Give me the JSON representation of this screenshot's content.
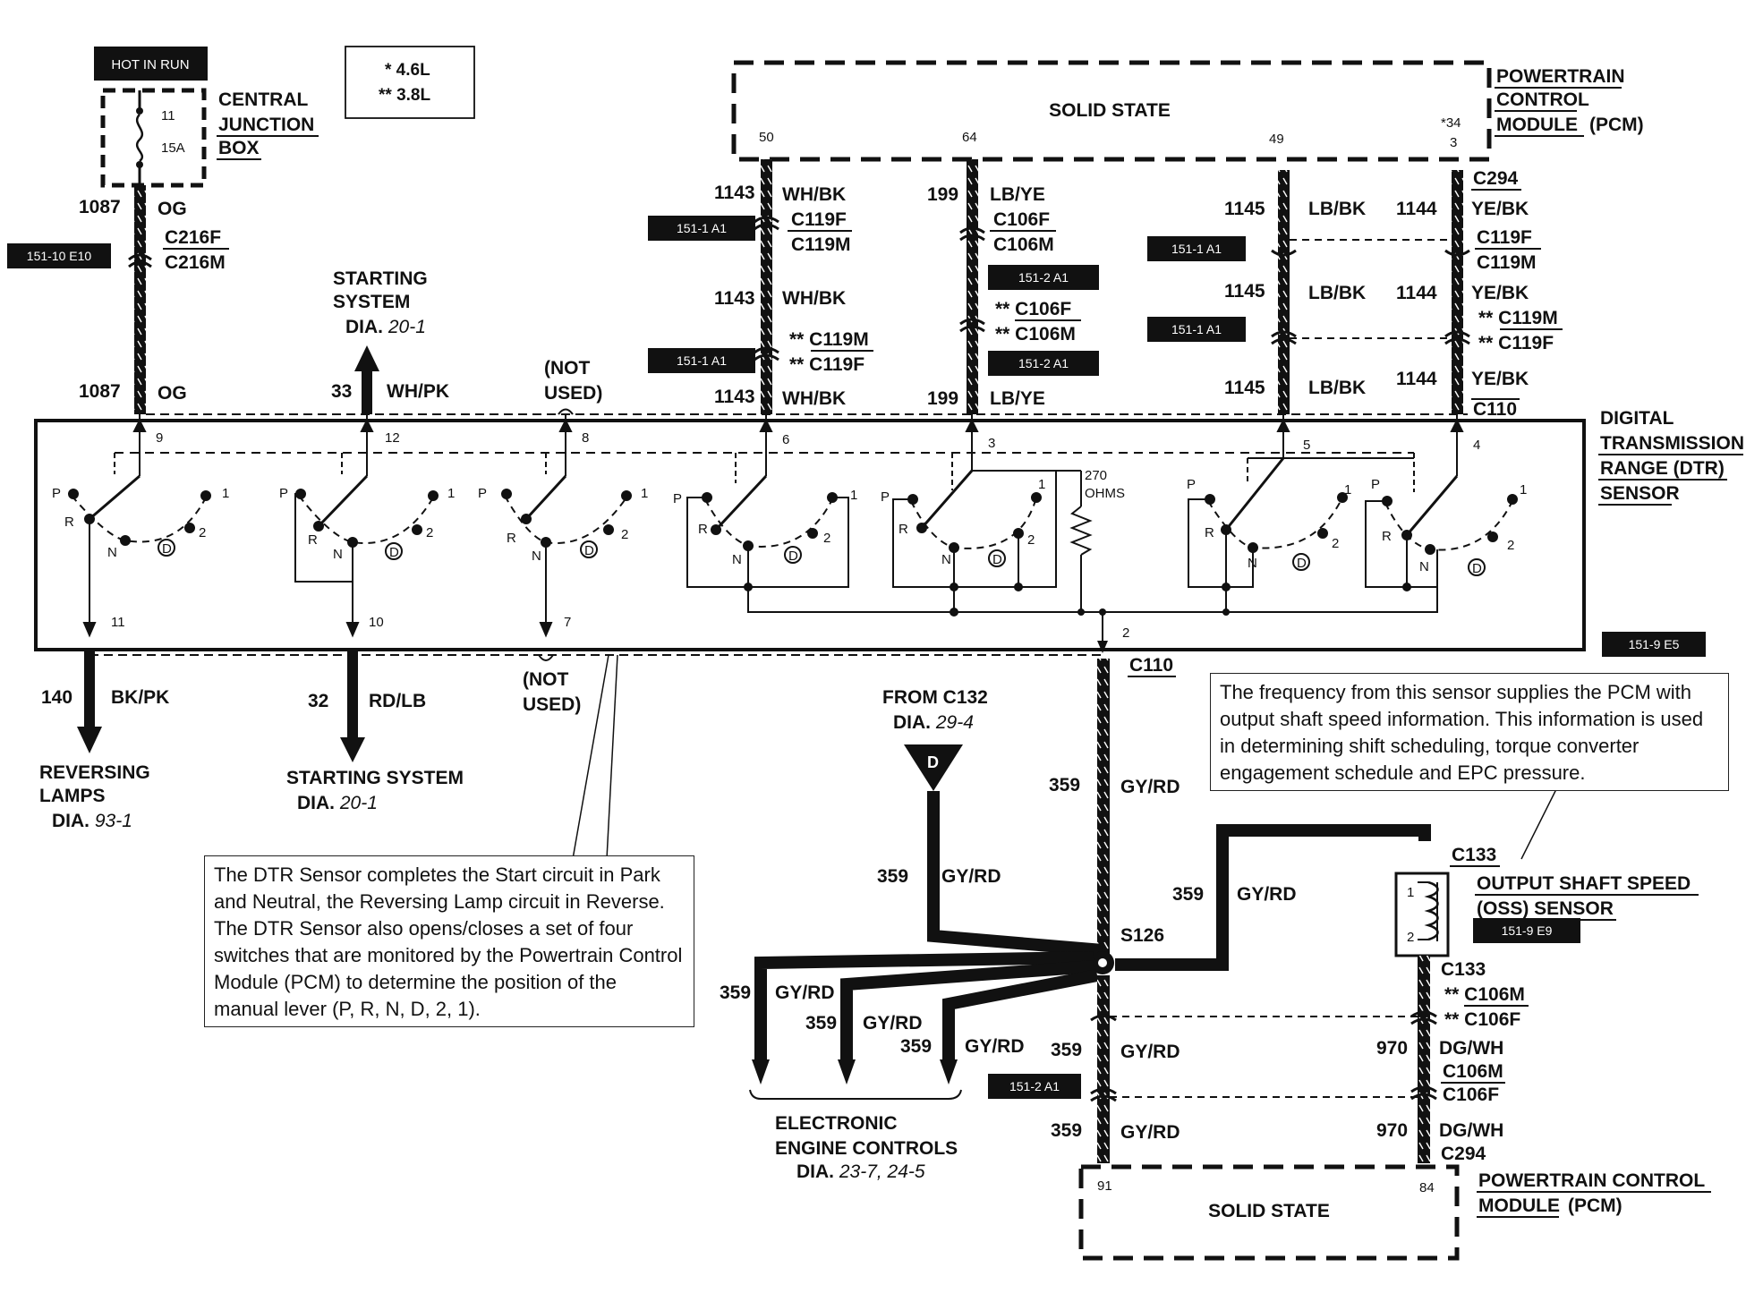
{
  "hot_in_run": "HOT IN RUN",
  "legend": {
    "l1": "* 4.6L",
    "l2": "** 3.8L"
  },
  "cjb": {
    "line1": "CENTRAL",
    "line2": "JUNCTION",
    "line3": "BOX",
    "fuse_no": "11",
    "fuse_amp": "15A"
  },
  "pcm_top": {
    "title": "SOLID STATE",
    "name1": "POWERTRAIN",
    "name2": "CONTROL",
    "name3": "MODULE",
    "name4": "(PCM)",
    "pin50": "50",
    "pin64": "64",
    "pin49": "49",
    "pin34": "*34",
    "pin3": "3"
  },
  "dtr": {
    "name1": "DIGITAL",
    "name2": "TRANSMISSION",
    "name3": "RANGE (DTR)",
    "name4": "SENSOR",
    "res_val": "270",
    "res_unit": "OHMS",
    "pins": {
      "p9": "9",
      "p12": "12",
      "p8": "8",
      "p6": "6",
      "p3": "3",
      "p5": "5",
      "p4": "4",
      "p11": "11",
      "p10": "10",
      "p7": "7",
      "p2": "2"
    },
    "pos_P": "P",
    "pos_R": "R",
    "pos_N": "N",
    "pos_D": "D",
    "pos_2": "2",
    "pos_1": "1"
  },
  "wires": {
    "w1087a": "1087",
    "og_a": "OG",
    "w1087b": "1087",
    "og_b": "OG",
    "c216f": "C216F",
    "c216m": "C216M",
    "w33": "33",
    "whpk": "WH/PK",
    "ss1": "STARTING",
    "ss2": "SYSTEM",
    "ss3": "DIA.",
    "ss3i": "20-1",
    "nu1": "(NOT",
    "nu2": "USED)",
    "w1143a": "1143",
    "whbk_a": "WH/BK",
    "c119f_a": "C119F",
    "c119m_a": "C119M",
    "w1143b": "1143",
    "whbk_b": "WH/BK",
    "c119m_b": "** C119M",
    "c119f_b": "** C119F",
    "w1143c": "1143",
    "whbk_c": "WH/BK",
    "w199a": "199",
    "lbye_a": "LB/YE",
    "c106f_a": "C106F",
    "c106m_a": "C106M",
    "c106f_b": "** C106F",
    "c106m_b": "** C106M",
    "w199b": "199",
    "lbye_b": "LB/YE",
    "w1145a": "1145",
    "lbbk_a": "LB/BK",
    "w1145b": "1145",
    "lbbk_b": "LB/BK",
    "w1145c": "1145",
    "lbbk_c": "LB/BK",
    "w1144a": "1144",
    "yebk_a": "YE/BK",
    "c294": "C294",
    "c119f_c": "C119F",
    "c119m_c": "C119M",
    "w1144b": "1144",
    "yebk_b": "YE/BK",
    "c119m_d": "** C119M",
    "c119f_d": "** C119F",
    "w1144c": "1144",
    "yebk_c": "YE/BK",
    "c110a": "C110",
    "w140": "140",
    "bkpk": "BK/PK",
    "rl1": "REVERSING",
    "rl2": "LAMPS",
    "rl3": "DIA.",
    "rl3i": "93-1",
    "w32": "32",
    "rdlb": "RD/LB",
    "ss4": "STARTING  SYSTEM",
    "ss5": "DIA.",
    "ss5i": "20-1",
    "nu3": "(NOT",
    "nu4": "USED)",
    "c110b": "C110",
    "w359a": "359",
    "gyrd_a": "GY/RD",
    "from1": "FROM C132",
    "from2": "DIA.",
    "from2i": "29-4",
    "from_d": "D",
    "w359b": "359",
    "gyrd_b": "GY/RD",
    "w359c": "359",
    "gyrd_c": "GY/RD",
    "s126": "S126",
    "w359d": "359",
    "gyrd_d": "GY/RD",
    "w359e": "359",
    "gyrd_e": "GY/RD",
    "w359f": "359",
    "gyrd_f": "GY/RD",
    "w359g": "359",
    "gyrd_g": "GY/RD",
    "w359h": "359",
    "gyrd_h": "GY/RD",
    "eec1": "ELECTRONIC",
    "eec2": "ENGINE CONTROLS",
    "eec3": "DIA.",
    "eec3i": "23-7, 24-5",
    "c133a": "C133",
    "oss1": "OUTPUT SHAFT SPEED",
    "oss2": "(OSS) SENSOR",
    "oss_p1": "1",
    "oss_p2": "2",
    "c133b": "C133",
    "c106m_c": "** C106M",
    "c106f_c": "** C106F",
    "w970a": "970",
    "dgwh_a": "DG/WH",
    "c106m_d": "C106M",
    "c106f_d": "C106F",
    "w970b": "970",
    "dgwh_b": "DG/WH",
    "c294b": "C294"
  },
  "pcm_bot": {
    "title": "SOLID STATE",
    "pin91": "91",
    "pin84": "84",
    "name1": "POWERTRAIN CONTROL",
    "name2": "MODULE",
    "name3": "(PCM)"
  },
  "tags": {
    "t1": "151-10 E10",
    "t2": "151-1 A1",
    "t3": "151-1 A1",
    "t4": "151-2 A1",
    "t5": "151-2 A1",
    "t6": "151-1 A1",
    "t7": "151-1 A1",
    "t8": "151-9 E5",
    "t9": "151-9 E9",
    "t10": "151-2 A1"
  },
  "notes": {
    "oss_note": "The frequency from this sensor supplies the PCM with output shaft speed information.  This information is used in determining shift scheduling, torque converter engagement schedule and EPC pressure.",
    "dtr_note": "The DTR Sensor completes the Start circuit in Park and Neutral, the Reversing Lamp circuit in Reverse. The DTR Sensor also opens/closes a set of four switches that are monitored by the Powertrain Control Module (PCM) to determine the position of the manual lever (P, R, N, D, 2, 1)."
  }
}
